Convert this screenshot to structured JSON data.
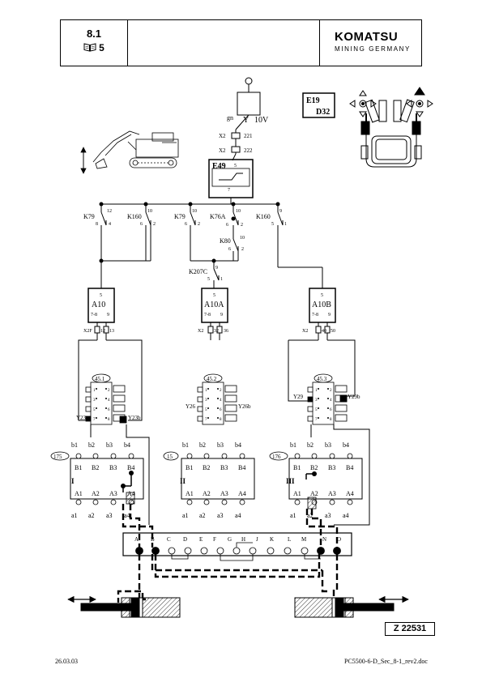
{
  "header": {
    "section": "8.1",
    "page": "5",
    "page_icon": "book-icon",
    "brand": "KOMATSU",
    "brand_sub": "MINING GERMANY"
  },
  "code_box": {
    "line1": "E19",
    "line2": "D32"
  },
  "sensor": {
    "gn": "gn",
    "y": "Y",
    "v": "10V",
    "x2a": "X2",
    "n221": "221",
    "x2b": "X2",
    "n222": "222",
    "e49": "E49",
    "n5": "5",
    "n7": "7"
  },
  "switches": {
    "k79a": "K79",
    "k79a_t": "12",
    "k79a_l": "8",
    "k79a_r": "4",
    "k160a": "K160",
    "k160a_t": "10",
    "k160a_l": "6",
    "k160a_r": "2",
    "k79b": "K79",
    "k79b_t": "10",
    "k79b_l": "6",
    "k79b_r": "2",
    "k76a": "K76A",
    "k76a_t": "10",
    "k76a_l": "6",
    "k76a_r": "2",
    "k160b": "K160",
    "k160b_t": "9",
    "k160b_l": "5",
    "k160b_r": "1",
    "k80": "K80",
    "k80_t": "10",
    "k80_l": "6",
    "k80_r": "2",
    "k207c": "K207C",
    "k207c_t": "9",
    "k207c_l": "5",
    "k207c_r": "1"
  },
  "amps": {
    "a10": "A10",
    "a10a": "A10A",
    "a10b": "A10B",
    "pin5": "5",
    "pin78": "7-8",
    "pin9": "9"
  },
  "connectors": {
    "x2f": "X2F",
    "c12": "12",
    "c13": "13",
    "x2m": "X2",
    "c32": "32",
    "c36": "36",
    "x2r": "X2",
    "c40": "40",
    "c50": "50"
  },
  "valves": {
    "v1": "45.1",
    "v2": "45.2",
    "v3": "45.3",
    "y23": "Y23",
    "y23b": "Y23b",
    "y26": "Y26",
    "y26b": "Y26b",
    "y29": "Y29",
    "y29b": "Y29b",
    "nums": [
      "1",
      "2",
      "3",
      "4",
      "5",
      "6",
      "7",
      "8"
    ]
  },
  "blocks": {
    "b_labels": [
      "b1",
      "b2",
      "b3",
      "b4"
    ],
    "a_labels": [
      "a1",
      "a2",
      "a3",
      "a4"
    ],
    "B_labels": [
      "B1",
      "B2",
      "B3",
      "B4"
    ],
    "A_labels": [
      "A1",
      "A2",
      "A3",
      "A4"
    ],
    "n175": "175",
    "n15": "15",
    "n176": "176",
    "r1": "I",
    "r2": "II",
    "r3": "III"
  },
  "manifold": {
    "letters": [
      "A",
      "B",
      "C",
      "D",
      "E",
      "F",
      "G",
      "H",
      "J",
      "K",
      "L",
      "M",
      "N",
      "O"
    ]
  },
  "figure_id": "Z 22531",
  "footer": {
    "date": "26.03.03",
    "file": "PC5500-6-D_Sec_8-1_rev2.doc"
  }
}
